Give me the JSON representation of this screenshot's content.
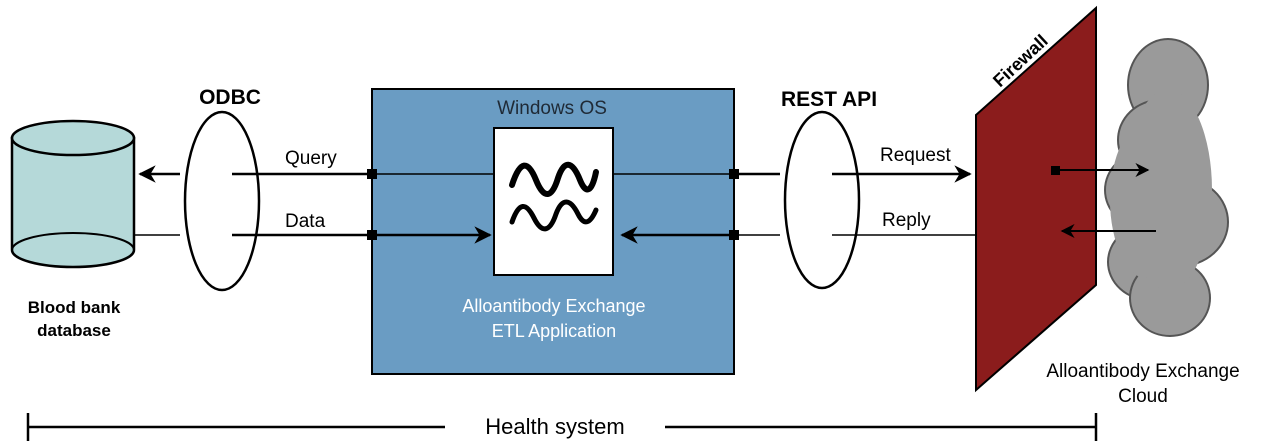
{
  "database": {
    "label_line1": "Blood bank",
    "label_line2": "database"
  },
  "odbc": {
    "label": "ODBC"
  },
  "windows_box": {
    "title": "Windows OS",
    "caption_line1": "Alloantibody Exchange",
    "caption_line2": "ETL Application"
  },
  "flows": {
    "query": "Query",
    "data": "Data",
    "request": "Request",
    "reply": "Reply"
  },
  "rest_api": {
    "label": "REST API"
  },
  "firewall": {
    "label": "Firewall"
  },
  "cloud": {
    "label_line1": "Alloantibody Exchange",
    "label_line2": "Cloud"
  },
  "scope": {
    "label": "Health system"
  },
  "colors": {
    "windows_box_fill": "#6a9cc3",
    "database_fill": "#b5d9d9",
    "firewall_fill": "#8b1c1c",
    "cloud_fill": "#9a9a9a"
  }
}
